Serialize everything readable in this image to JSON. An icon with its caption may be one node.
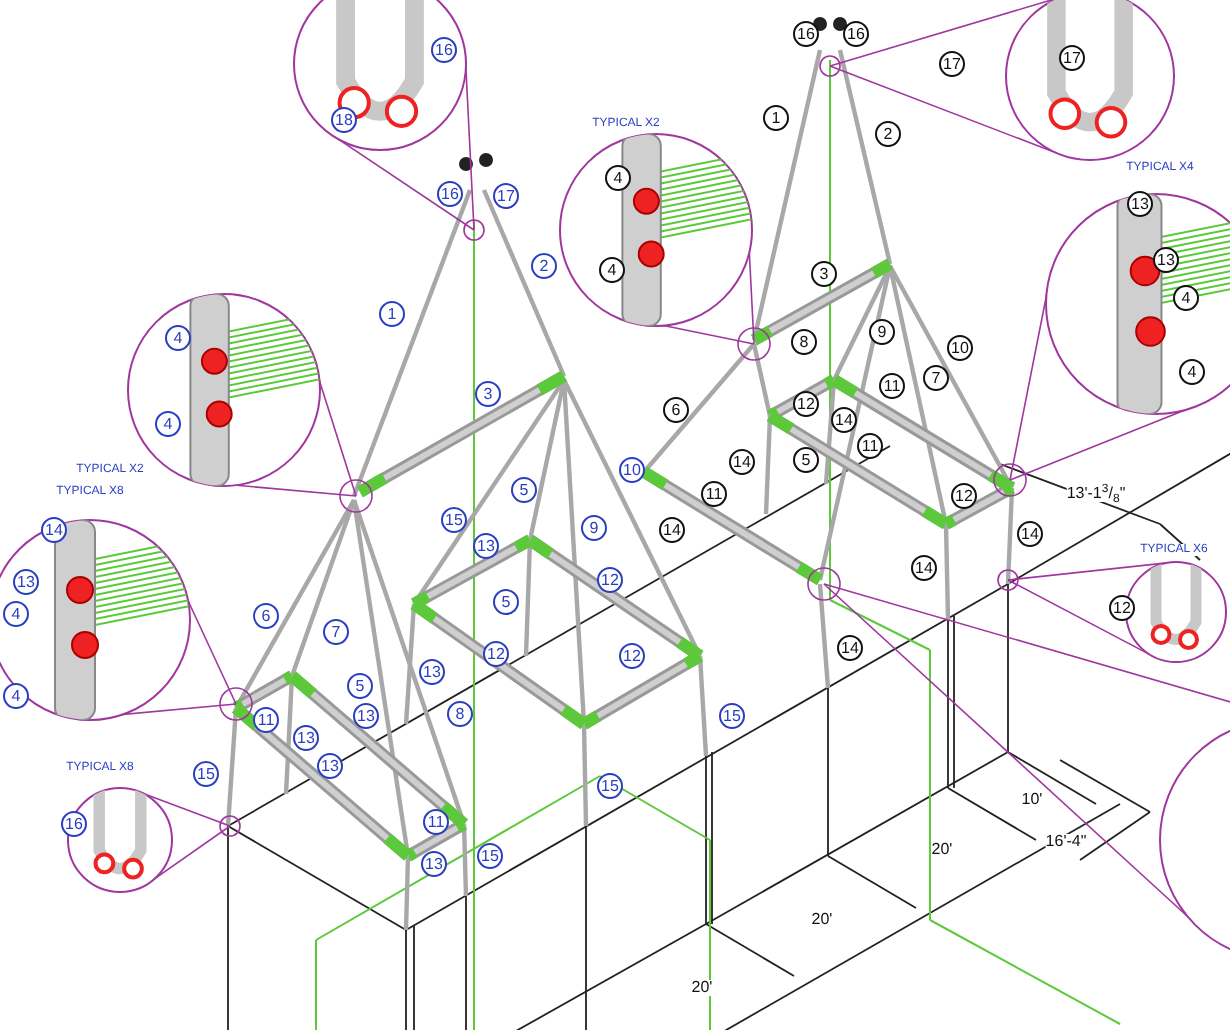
{
  "diagram": {
    "labels": [
      "16",
      "16",
      "16",
      "17",
      "17",
      "18",
      "1",
      "TYPICAL X2",
      "2",
      "TYPICAL X4",
      "4",
      "16",
      "17",
      "13",
      "13",
      "2",
      "4",
      "3",
      "4",
      "1",
      "9",
      "4",
      "8",
      "10",
      "4",
      "7",
      "11",
      "3",
      "12",
      "6",
      "4",
      "11",
      "14",
      "5",
      "14",
      "TYPICAL X2",
      "10",
      "TYPICAL X8",
      "11",
      "12",
      "13'-1$^{3}$/$_{8}$\"",
      "5",
      "15",
      "9",
      "14",
      "14",
      "14",
      "13",
      "TYPICAL X6",
      "14",
      "12",
      "13",
      "5",
      "12",
      "4",
      "6",
      "7",
      "14",
      "12",
      "12",
      "13",
      "5",
      "4",
      "8",
      "13",
      "15",
      "11",
      "13",
      "13",
      "TYPICAL X8",
      "15",
      "15",
      "10'",
      "16",
      "11",
      "16'-4\"",
      "20'",
      "15",
      "13",
      "20'",
      "20'"
    ]
  }
}
